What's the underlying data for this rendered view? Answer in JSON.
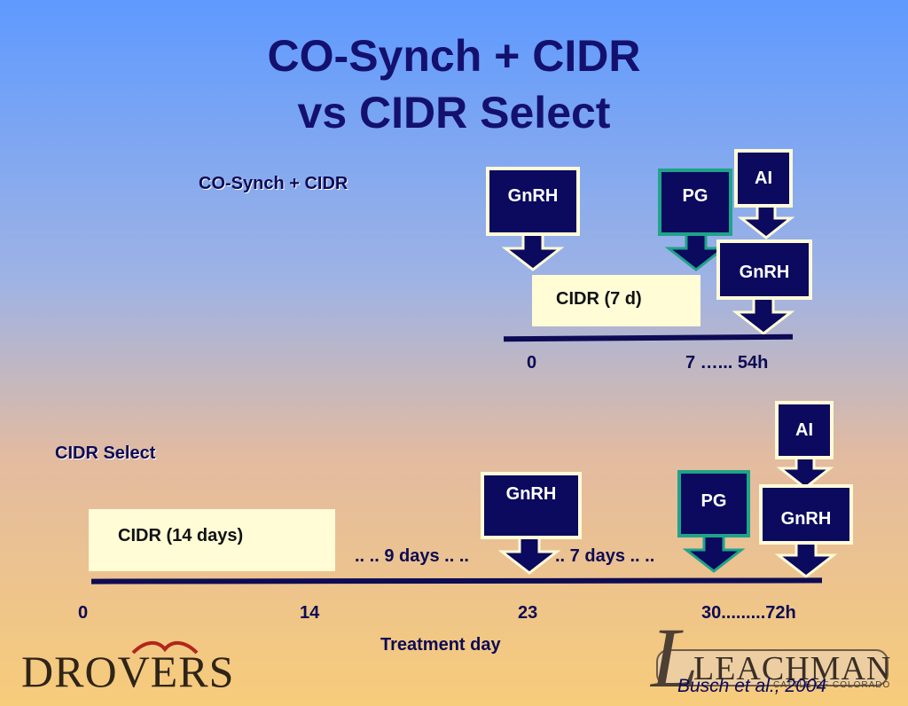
{
  "title": {
    "line1": "CO-Synch + CIDR",
    "line2": "vs CIDR Select"
  },
  "protocol_a": {
    "label": "CO-Synch + CIDR",
    "boxes": {
      "gnrh1": "GnRH",
      "pg": "PG",
      "ai": "AI",
      "gnrh2": "GnRH"
    },
    "cidr": "CIDR (7 d)",
    "ticks": {
      "start": "0",
      "end": "7 …... 54h"
    }
  },
  "protocol_b": {
    "label": "CIDR Select",
    "boxes": {
      "gnrh1": "GnRH",
      "pg": "PG",
      "ai": "AI",
      "gnrh2": "GnRH"
    },
    "cidr": "CIDR (14 days)",
    "gap1": ".. .. 9 days .. ..",
    "gap2": ".. 7 days .. ..",
    "ticks": {
      "t0": "0",
      "t14": "14",
      "t23": "23",
      "t30": "30.........72h"
    },
    "axis_label": "Treatment day"
  },
  "footer": {
    "logo_left": "DROVERS",
    "logo_right": "LEACHMAN",
    "logo_right_sub": "CATTLE OF COLORADO",
    "citation": "Busch et al., 2004"
  },
  "colors": {
    "navy": "#0b0a5e",
    "teal": "#1fa38a",
    "cream": "#fffbd8"
  }
}
